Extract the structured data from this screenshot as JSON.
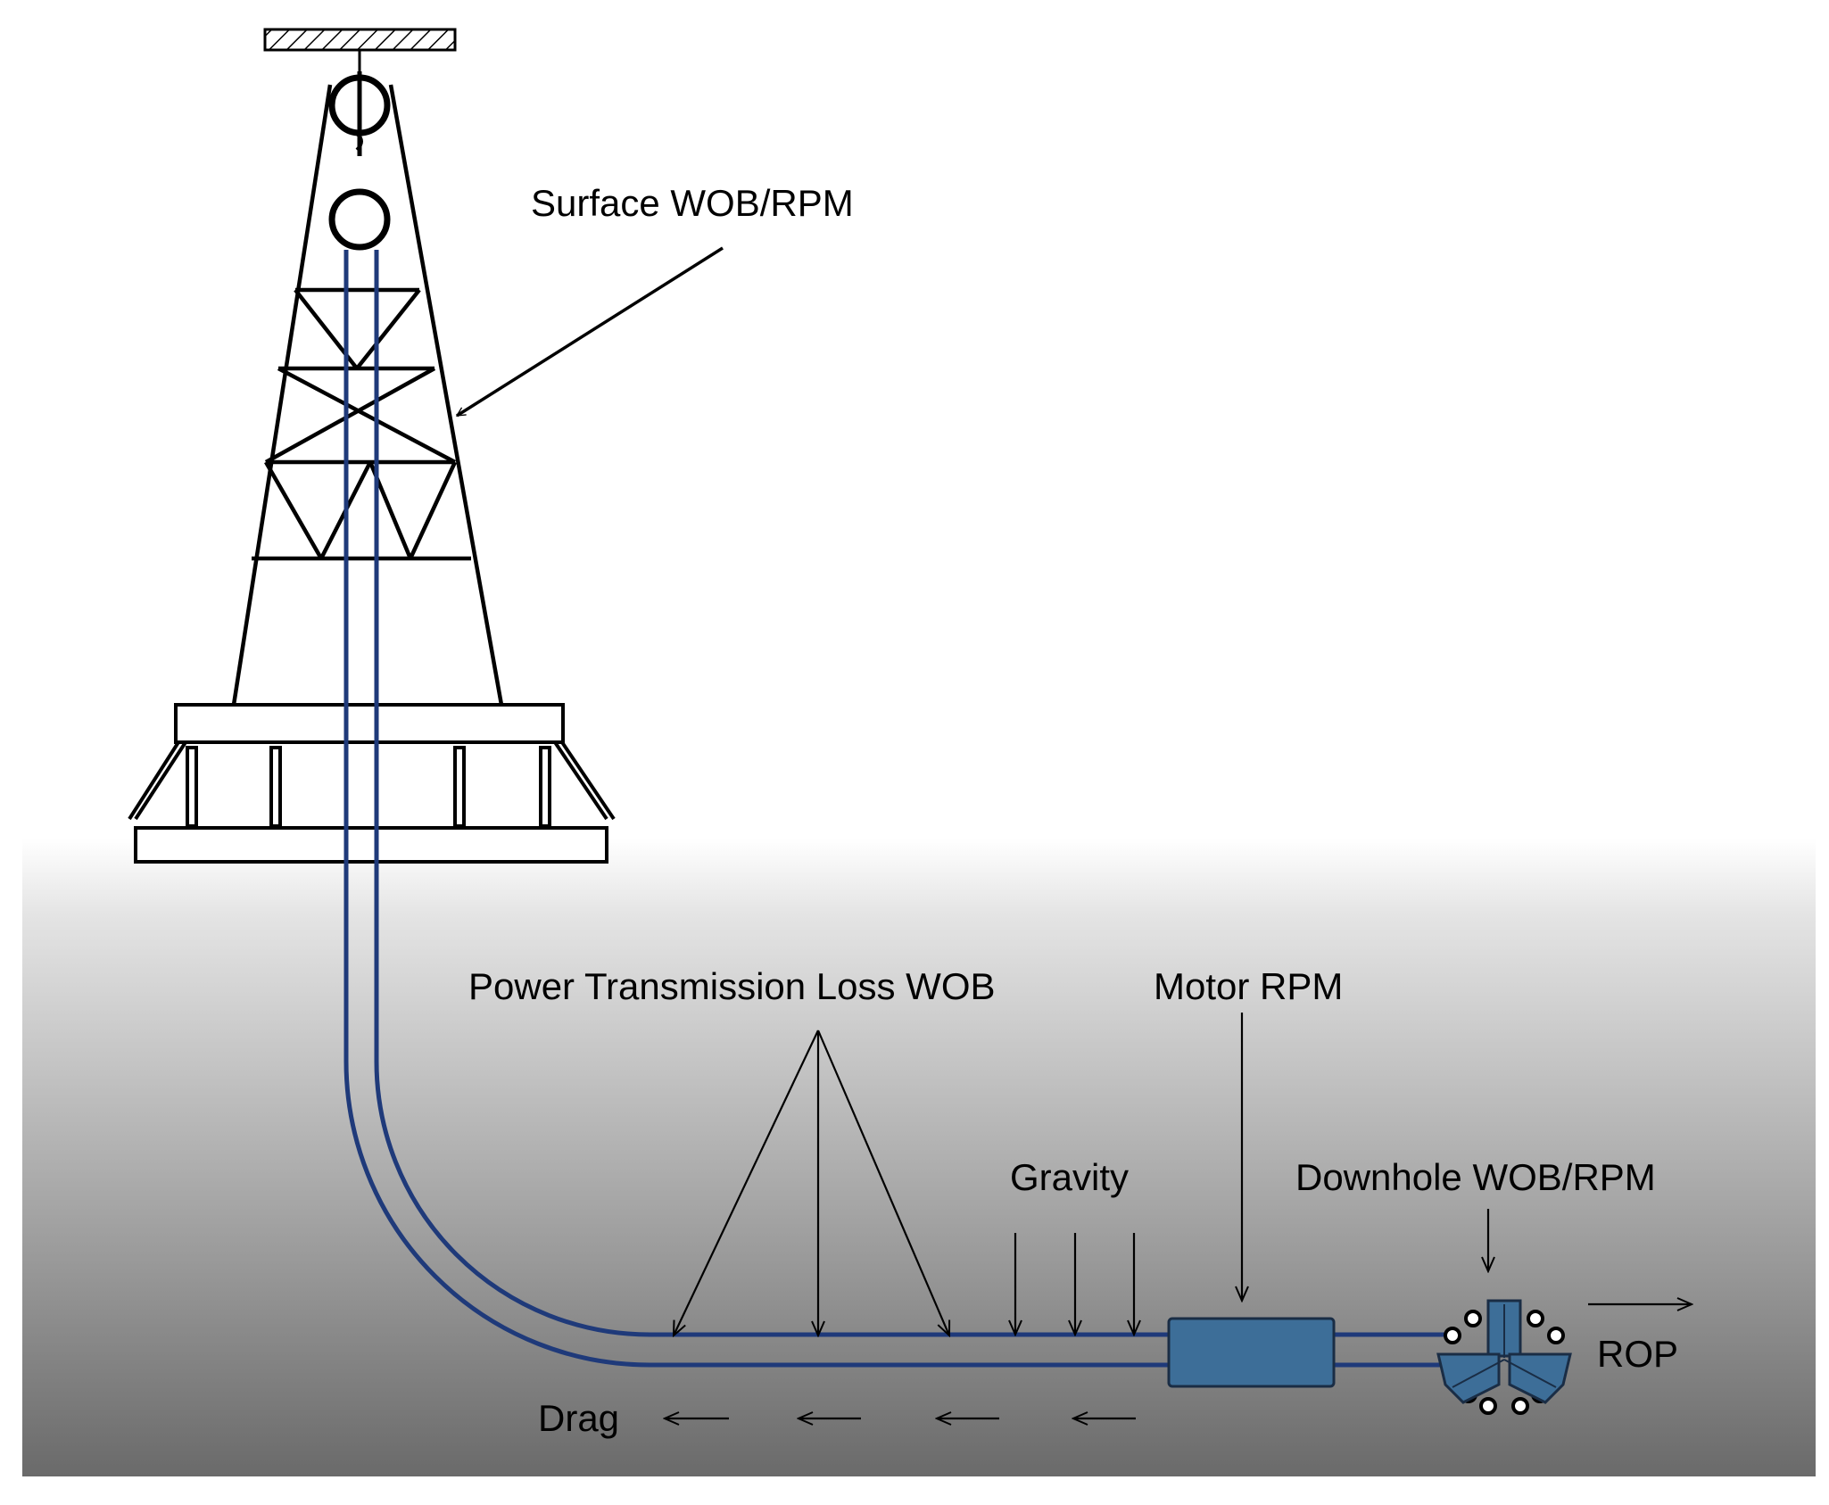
{
  "labels": {
    "surface": "Surface WOB/RPM",
    "power_loss": "Power Transmission Loss WOB",
    "motor": "Motor RPM",
    "gravity": "Gravity",
    "downhole": "Downhole WOB/RPM",
    "rop": "ROP",
    "drag": "Drag"
  },
  "colors": {
    "pipe": "#1f3a7a",
    "motor_fill": "#3d6e98",
    "bit_fill": "#3d6e98",
    "ground_top": "#ffffff",
    "ground_bottom": "#6e6e6e",
    "line": "#000000"
  },
  "icons": {
    "derrick": "derrick-icon",
    "pulley": "pulley-icon",
    "motor": "motor-icon",
    "drill_bit": "drill-bit-icon"
  }
}
